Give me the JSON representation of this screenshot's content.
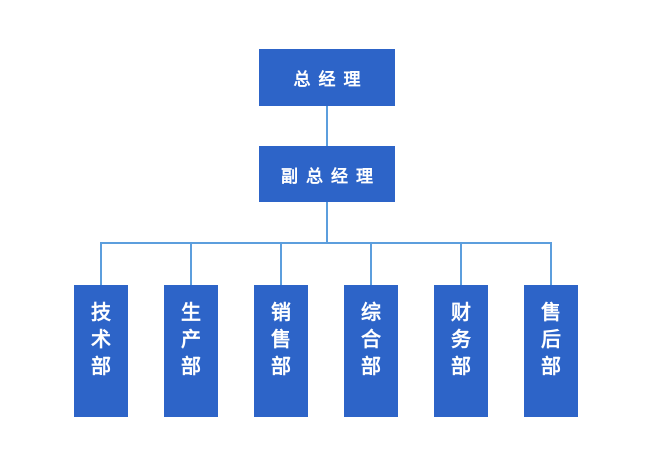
{
  "colors": {
    "background": "#ffffff",
    "box-fill": "#2d64c8",
    "box-text": "#ffffff",
    "connector": "#5c9edd"
  },
  "org_chart": {
    "type": "org-hierarchy",
    "root": {
      "label": "总经理"
    },
    "deputy": {
      "label": "副总经理"
    },
    "departments": [
      {
        "label": "技术部"
      },
      {
        "label": "生产部"
      },
      {
        "label": "销售部"
      },
      {
        "label": "综合部"
      },
      {
        "label": "财务部"
      },
      {
        "label": "售后部"
      }
    ]
  }
}
